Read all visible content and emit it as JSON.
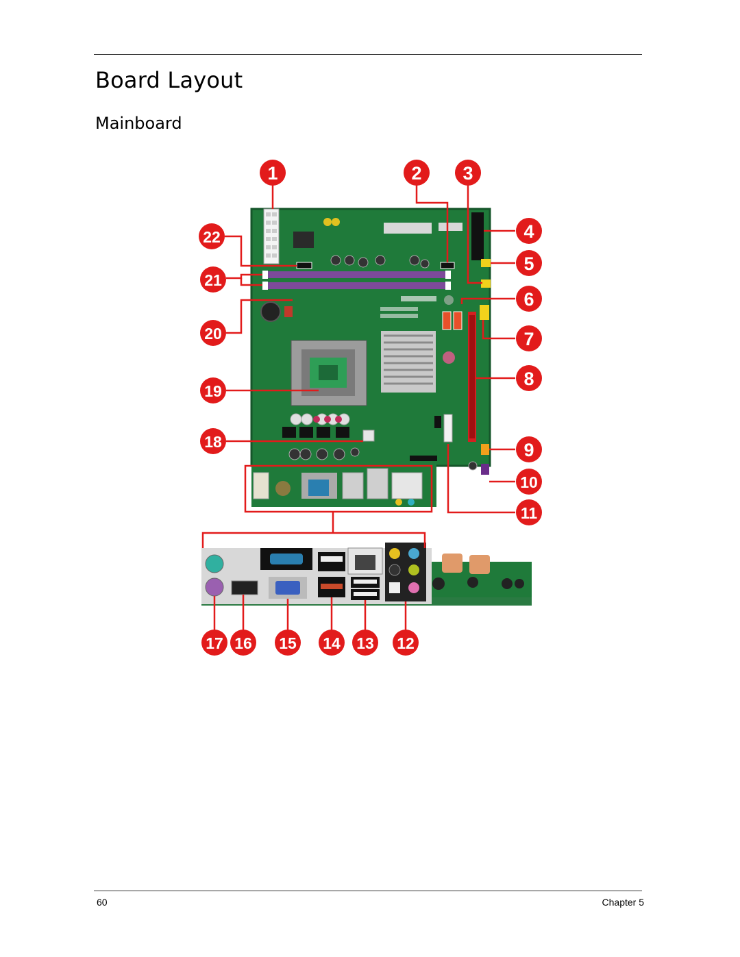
{
  "header": {
    "title": "Board Layout",
    "subtitle": "Mainboard"
  },
  "figure": {
    "callouts": [
      "1",
      "2",
      "3",
      "4",
      "5",
      "6",
      "7",
      "8",
      "9",
      "10",
      "11",
      "12",
      "13",
      "14",
      "15",
      "16",
      "17",
      "18",
      "19",
      "20",
      "21",
      "22"
    ],
    "colors": {
      "callout_red": "#e21b1b",
      "pcb_green": "#1f7a3a",
      "dimm_purple": "#7d4a9a",
      "pcie_red": "#d42020",
      "sata_orange": "#e8502a",
      "header_yellow": "#f2d21c"
    }
  },
  "footer": {
    "page_number": "60",
    "chapter": "Chapter 5"
  }
}
